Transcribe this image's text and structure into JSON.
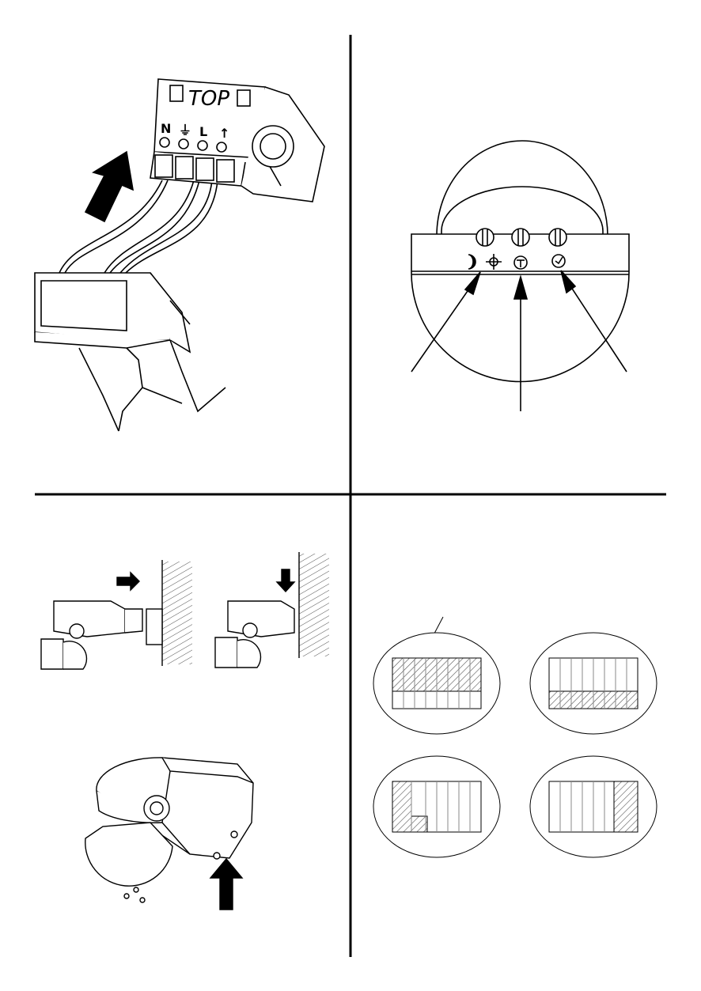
{
  "panels": {
    "connector": {
      "top_label": "TOP",
      "terminal_marks": [
        "N",
        "⏚",
        "L",
        "↑"
      ]
    },
    "controls": {
      "knobs": [
        "lux-knob",
        "sensitivity-knob",
        "time-knob"
      ],
      "symbols": [
        "moon-sun-icon",
        "sensitivity-icon",
        "clock-icon"
      ]
    },
    "mounting": {
      "steps": [
        "slide-in",
        "press-down",
        "push-up"
      ]
    },
    "masks": {
      "variants": [
        "upper-half-masked",
        "lower-half-masked",
        "left-side-masked",
        "right-side-masked"
      ]
    }
  }
}
